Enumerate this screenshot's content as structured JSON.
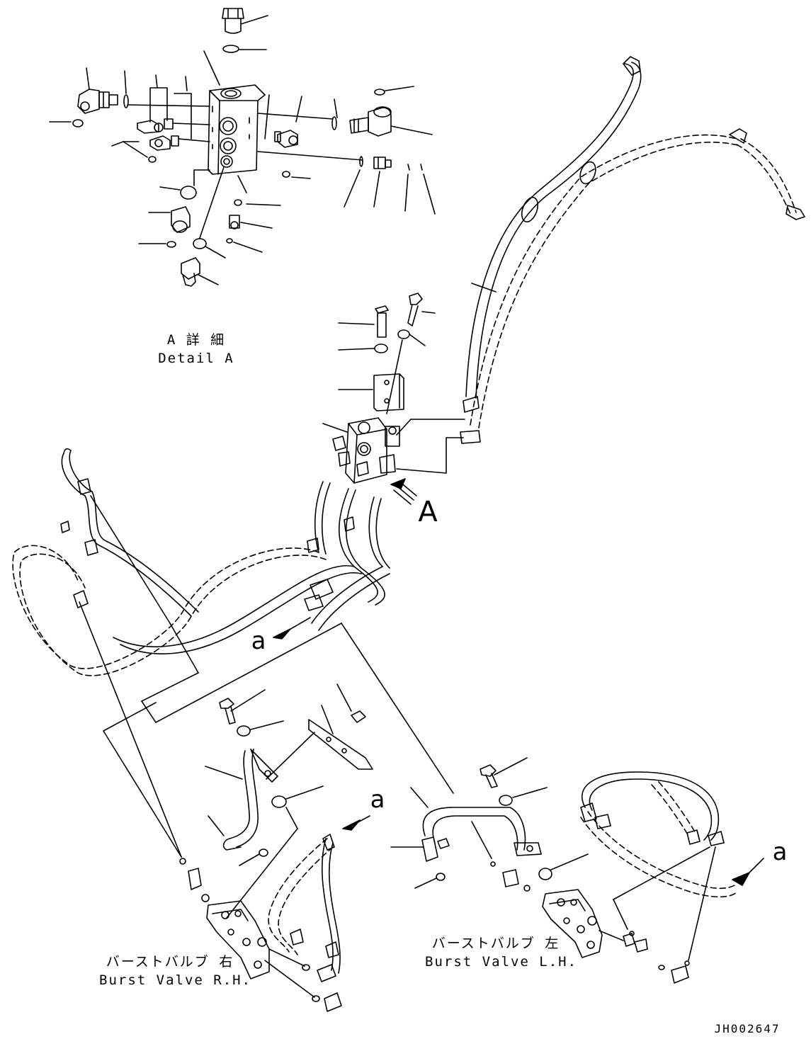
{
  "detail_a": {
    "title_jp": "A 詳 細",
    "title_en": "Detail A"
  },
  "callouts": {
    "view_a": "A",
    "ref_a1": "a",
    "ref_a2": "a",
    "ref_a3": "a"
  },
  "burst_valve_rh": {
    "label_jp": "バーストバルブ 右",
    "label_en": "Burst Valve R.H."
  },
  "burst_valve_lh": {
    "label_jp": "バーストバルブ 左",
    "label_en": "Burst Valve L.H."
  },
  "drawing_code": "JH002647",
  "colors": {
    "line": "#000000",
    "background": "#ffffff"
  }
}
